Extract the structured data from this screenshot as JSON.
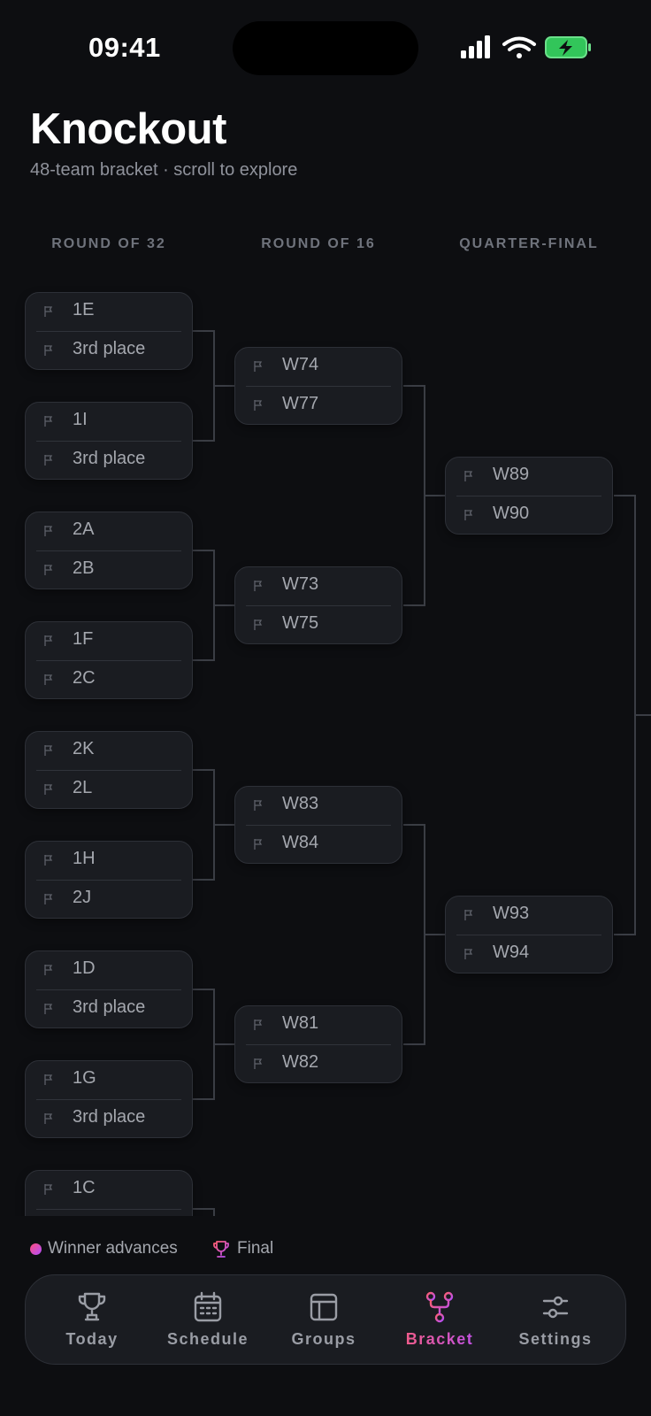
{
  "status_bar": {
    "time": "09:41"
  },
  "header": {
    "title": "Knockout",
    "subtitle": "48-team bracket · scroll to explore"
  },
  "rounds": [
    "ROUND OF 32",
    "ROUND OF 16",
    "QUARTER-FINAL"
  ],
  "matches": {
    "r32": [
      [
        "1E",
        "3rd place"
      ],
      [
        "1I",
        "3rd place"
      ],
      [
        "2A",
        "2B"
      ],
      [
        "1F",
        "2C"
      ],
      [
        "2K",
        "2L"
      ],
      [
        "1H",
        "2J"
      ],
      [
        "1D",
        "3rd place"
      ],
      [
        "1G",
        "3rd place"
      ],
      [
        "1C",
        ""
      ]
    ],
    "r16": [
      [
        "W74",
        "W77"
      ],
      [
        "W73",
        "W75"
      ],
      [
        "W83",
        "W84"
      ],
      [
        "W81",
        "W82"
      ]
    ],
    "qf": [
      [
        "W89",
        "W90"
      ],
      [
        "W93",
        "W94"
      ]
    ]
  },
  "legend": {
    "winner": "Winner advances",
    "final": "Final"
  },
  "tabs": [
    "Today",
    "Schedule",
    "Groups",
    "Bracket",
    "Settings"
  ],
  "active_tab": "Bracket",
  "colors": {
    "accent_start": "#ff5f6d",
    "accent_end": "#b24dff",
    "background": "#0d0e11",
    "card": "#1a1c21"
  }
}
